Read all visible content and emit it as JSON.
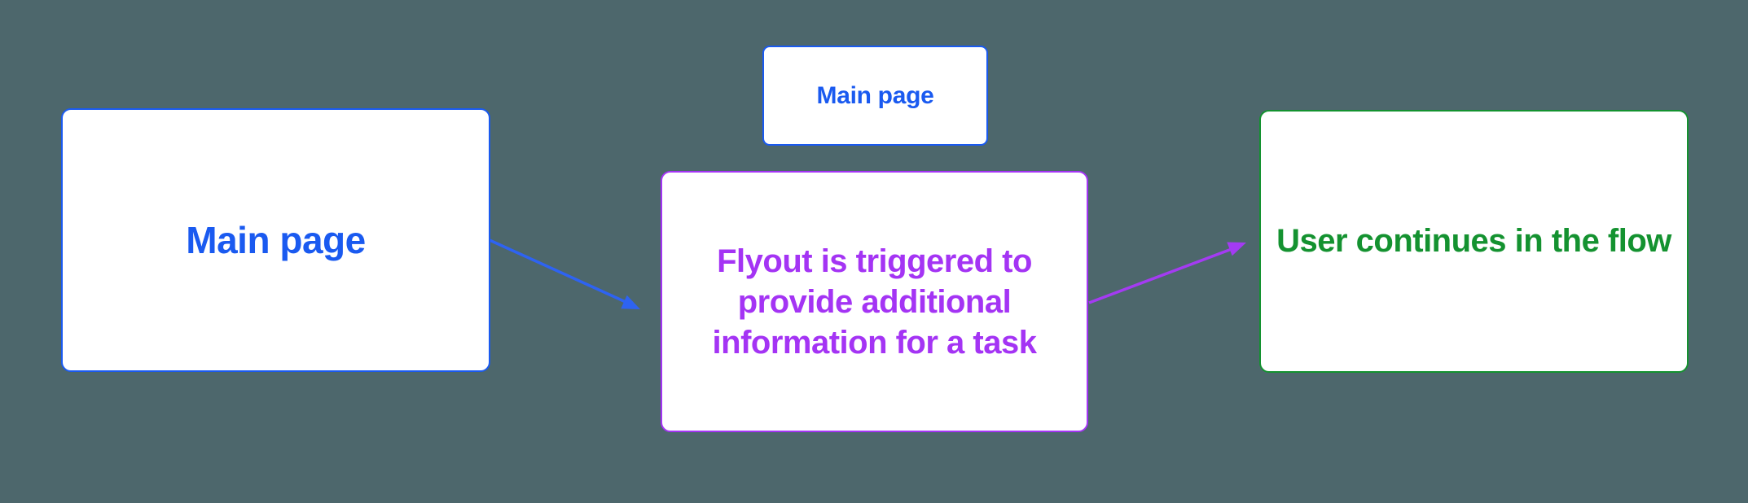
{
  "diagram": {
    "colors": {
      "background": "#4D676C",
      "surface": "#FFFFFF",
      "blue": "#1A5AF0",
      "blue_arrow": "#2E63F2",
      "purple": "#A434F4",
      "purple_arrow": "#A43BF2",
      "green": "#149230"
    },
    "nodes": [
      {
        "id": "main-page",
        "lines": [
          "Main page"
        ]
      },
      {
        "id": "main-page-mini",
        "lines": [
          "Main page"
        ]
      },
      {
        "id": "flyout",
        "lines": [
          "Flyout is triggered to",
          "provide additional",
          "information for a task"
        ]
      },
      {
        "id": "user-continues",
        "lines": [
          "User continues in the flow"
        ]
      }
    ],
    "connectors": [
      {
        "from": "main-page",
        "to": "flyout"
      },
      {
        "from": "flyout",
        "to": "user-continues"
      }
    ]
  }
}
